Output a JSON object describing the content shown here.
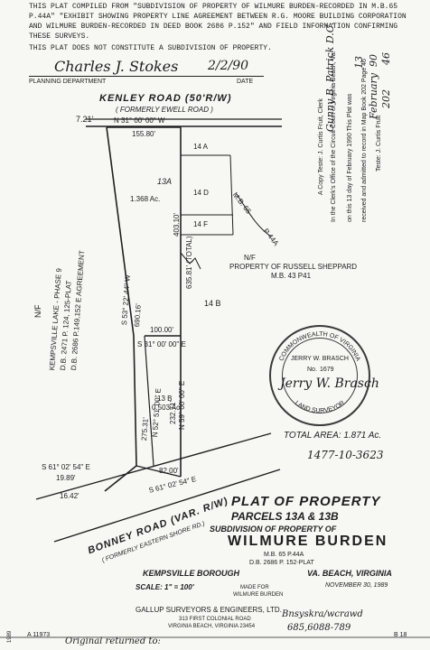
{
  "header": {
    "line1": "THIS PLAT COMPILED FROM \"SUBDIVISION OF PROPERTY OF WILMURE BURDEN-RECORDED IN M.B.65",
    "line2": "P.44A\" \"EXHIBIT SHOWING PROPERTY LINE AGREEMENT BETWEEN R.G. MOORE BUILDING CORPORATION",
    "line3": "AND WILMURE BURDEN-RECORDED IN DEED BOOK 2686 P.152\" AND FIELD INFORMATION CONFIRMING",
    "line4": "THESE SURVEYS.",
    "disclaimer": "THIS PLAT DOES NOT CONSTITUTE A SUBDIVISION OF PROPERTY."
  },
  "approval": {
    "signature": "Charles J. Stokes",
    "date_handwritten": "2/2/90",
    "dept_label": "PLANNING DEPARTMENT",
    "date_label": "DATE"
  },
  "roads": {
    "kenley": "KENLEY  ROAD  (50'R/W)",
    "kenley_former": "( FORMERLY EWELL ROAD )",
    "bonney": "BONNEY  ROAD  (VAR. R/W)",
    "bonney_former": "( FORMERLY EASTERN SHORE RD.)"
  },
  "dimensions": {
    "d_721": "7.21'",
    "top_bearing": "N 31° 00' 00\" W",
    "top_length": "155.80'",
    "west_bearing": "S 53° 22' 44\" W",
    "west_length": "690.16'",
    "east_total": "635.81' (TOTAL)",
    "east_upper": "403.10'",
    "mid_length": "100.00'",
    "mid_bearing": "S 31° 00' 00\" E",
    "inner_a": "275.31'",
    "inner_bearing": "N 52° 51' 00\" E",
    "inner_b": "232.71'",
    "inner_c": "N 59° 00' 00\" E",
    "bottom_length": "82.00'",
    "bottom_bearing": "S 61° 02' 54\" E",
    "sw_bearing": "S 61° 02' 54\" E",
    "sw_length": "19.89'",
    "corner": "16.42'"
  },
  "parcels": {
    "p13a": "13A",
    "p13a_area": "1.368 Ac.",
    "p13b": "13 B",
    "p13b_area": "0.503 Ac.",
    "p14a": "14 A",
    "p14d": "14 D",
    "p14f": "14 F",
    "p14b": "14 B"
  },
  "adjoining": {
    "nf_east": "N/F",
    "sheppard": "PROPERTY OF RUSSELL SHEPPARD",
    "sheppard_ref": "M.B. 43 P41",
    "nf_west": "N/F",
    "kempsville1": "KEMPSVILLE LAKE - PHASE 9",
    "kempsville2": "D.B. 2471 P. 124, 125-PLAT",
    "kempsville3": "D.B. 2686 P.149,152 E AGREEMENT",
    "mb_ref": "M.B. 65",
    "mb_ref2": "P 44A"
  },
  "clerk_stamp": {
    "line1": "A Copy Teste: J. Curtis Fruit, Clerk",
    "line2": "In the Clerk's Office of the Circuit Court of Virginia Beach, Va.",
    "line3": "on this 13 day of February 1990 This Plat was",
    "line4": "received and admitted to record in Map Book 202 Page 46",
    "line5": "Teste: J. Curtis Fruit",
    "handwritten_a": "Gunny B. Patrick D.C.",
    "handwritten_b": "13",
    "handwritten_c": "February",
    "handwritten_d": "90",
    "handwritten_e": "202",
    "handwritten_f": "46"
  },
  "seal": {
    "ring_top": "COMMONWEALTH OF VIRGINIA",
    "name": "JERRY W. BRASCH",
    "number": "No.",
    "number_val": "1679",
    "ring_bottom": "LAND SURVEYOR",
    "signature": "Jerry W. Brasch"
  },
  "totals": {
    "total_area": "TOTAL AREA: 1.871 Ac.",
    "record_no": "1477-10-3623"
  },
  "title_block": {
    "title": "PLAT  OF  PROPERTY",
    "parcels": "PARCELS 13A & 13B",
    "sub": "SUBDIVISION OF PROPERTY OF",
    "owner": "WILMURE  BURDEN",
    "ref1": "M.B. 65 P.44A",
    "ref2": "D.B. 2686  P. 152-PLAT",
    "borough": "KEMPSVILLE  BOROUGH",
    "city": "VA. BEACH, VIRGINIA",
    "scale": "SCALE:  1\" = 100'",
    "made_for": "MADE FOR",
    "made_for_name": "WILMURE BURDEN",
    "date": "NOVEMBER 30, 1989"
  },
  "footer": {
    "company": "GALLUP  SURVEYORS  &  ENGINEERS,  LTD.",
    "addr1": "313 FIRST COLONIAL ROAD",
    "addr2": "VIRGINIA BEACH, VIRGINIA  23454",
    "handwritten_note": "Bnsyskra/wcrawd",
    "phone": "685,6088-789",
    "job_no": "A 11973",
    "sheet": "B 18",
    "bottom_hand": "Original returned to:",
    "edge_number": "1989"
  }
}
